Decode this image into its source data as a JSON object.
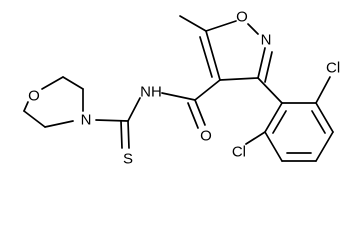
{
  "molecule": {
    "atoms": {
      "isoxazole_oxygen": "O",
      "isoxazole_nitrogen": "N",
      "chlorine_upper": "Cl",
      "chlorine_lower": "Cl",
      "amide_nh": "NH",
      "amide_oxygen": "O",
      "morpholine_oxygen": "O",
      "morpholine_nitrogen": "N",
      "thione_sulfur": "S"
    }
  }
}
